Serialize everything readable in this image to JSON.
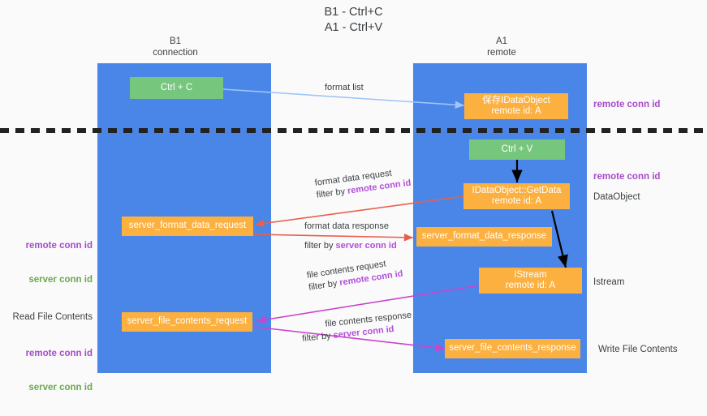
{
  "title": {
    "line1": "B1 - Ctrl+C",
    "line2": "A1 - Ctrl+V"
  },
  "colors": {
    "lane": "#4a86e8",
    "green_box": "#76c77d",
    "orange_box": "#fbb03f",
    "purple_keyword": "#a64ac9",
    "green_keyword": "#6aa84f",
    "arrow_format_list": "#9fc5f8",
    "arrow_black": "#000000",
    "arrow_red": "#e8604c",
    "arrow_magenta": "#cc44cc",
    "divider": "#222222",
    "background": "#fafafa"
  },
  "columns": [
    {
      "id": "b1",
      "name": "B1",
      "role": "connection"
    },
    {
      "id": "a1",
      "name": "A1",
      "role": "remote"
    }
  ],
  "boxes": [
    {
      "id": "ctrl-c",
      "lane": "b1",
      "style": "green",
      "line1": "Ctrl + C",
      "line2": ""
    },
    {
      "id": "save-idataobject",
      "lane": "a1",
      "style": "orange",
      "line1": "保存IDataObject",
      "line2": "remote id: A"
    },
    {
      "id": "ctrl-v",
      "lane": "a1",
      "style": "green",
      "line1": "Ctrl + V",
      "line2": ""
    },
    {
      "id": "idataobject-getdata",
      "lane": "a1",
      "style": "orange",
      "line1": "IDataObject::GetData",
      "line2": "remote id: A"
    },
    {
      "id": "server-format-data-request",
      "lane": "b1",
      "style": "orange",
      "line1": "server_format_data_request",
      "line2": ""
    },
    {
      "id": "server-format-data-response",
      "lane": "a1",
      "style": "orange",
      "line1": "server_format_data_response",
      "line2": ""
    },
    {
      "id": "istream",
      "lane": "a1",
      "style": "orange",
      "line1": "IStream",
      "line2": "remote id: A"
    },
    {
      "id": "server-file-contents-request",
      "lane": "b1",
      "style": "orange",
      "line1": "server_file_contents_request",
      "line2": ""
    },
    {
      "id": "server-file-contents-response",
      "lane": "a1",
      "style": "orange",
      "line1": "server_file_contents_response",
      "line2": ""
    }
  ],
  "right_labels": [
    {
      "id": "remote-conn-id-top",
      "text": "remote conn id",
      "kind": "keyword-purple"
    },
    {
      "id": "remote-conn-id-getdata",
      "text": "remote conn id",
      "kind": "keyword-purple"
    },
    {
      "id": "dataobject",
      "text": "DataObject",
      "kind": "plain"
    },
    {
      "id": "istream",
      "text": "Istream",
      "kind": "plain"
    },
    {
      "id": "write-file-contents",
      "text": "Write File Contents",
      "kind": "plain"
    }
  ],
  "left_labels": {
    "group_format": {
      "remote": "remote conn id",
      "server": "server conn id"
    },
    "read_file_contents": "Read File Contents",
    "group_file": {
      "remote": "remote conn id",
      "server": "server conn id"
    }
  },
  "edges": [
    {
      "id": "format-list",
      "label": "format list",
      "filter_prefix": "",
      "filter_keyword": "",
      "color": "#9fc5f8"
    },
    {
      "id": "format-data-request",
      "label": "format data request",
      "filter_prefix": "filter by ",
      "filter_keyword": "remote conn id",
      "color": "#e8604c"
    },
    {
      "id": "format-data-response",
      "label": "format data response",
      "filter_prefix": "filter by ",
      "filter_keyword": "server conn id",
      "color": "#e8604c"
    },
    {
      "id": "file-contents-request",
      "label": "file contents request",
      "filter_prefix": "filter by ",
      "filter_keyword": "remote conn id",
      "color": "#cc44cc"
    },
    {
      "id": "file-contents-response",
      "label": "file contents response",
      "filter_prefix": "filter by ",
      "filter_keyword": "server conn id",
      "color": "#cc44cc"
    }
  ]
}
